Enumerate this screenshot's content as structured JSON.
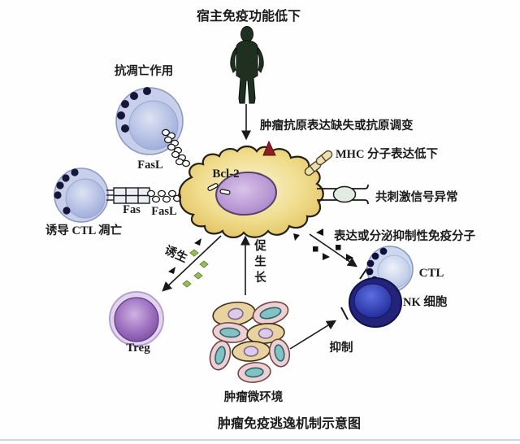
{
  "diagram": {
    "caption": "肿瘤免疫逃逸机制示意图",
    "labels": {
      "host_immune": "宿主免疫功能低下",
      "anti_apoptosis": "抗凋亡作用",
      "fasl_upper": "FasL",
      "fas": "Fas",
      "fasl_lower": "FasL",
      "induce_ctl_apoptosis": "诱导 CTL 凋亡",
      "bcl2": "Bcl-2",
      "antigen_loss": "肿瘤抗原表达缺失或抗原调变",
      "mhc_low": "MHC 分子表达低下",
      "costimulatory_abnormal": "共刺激信号异常",
      "inhibitory_molecules": "表达或分泌抑制性免疫分子",
      "ctl": "CTL",
      "nk_cell": "NK 细胞",
      "inhibit": "抑制",
      "induce": "诱生",
      "promote_growth": "促生长",
      "treg": "Treg",
      "tumor_microenvironment": "肿瘤微环境"
    },
    "colors": {
      "tumor_cell_yellow": "#eedd8e",
      "nucleus_purple": "#aa84c8",
      "lymphocyte_blue": "#c7cfeb",
      "nk_blue": "#23237a",
      "treg_purple": "#8252ab",
      "spike_red": "#8c1f1f",
      "green_molecule": "#9cba5a",
      "stroma_tan": "#e7d2a0",
      "stroma_pink": "#eed0d4",
      "teal_nucleus": "#83c2c4",
      "figure_green": "#1f3020"
    }
  }
}
